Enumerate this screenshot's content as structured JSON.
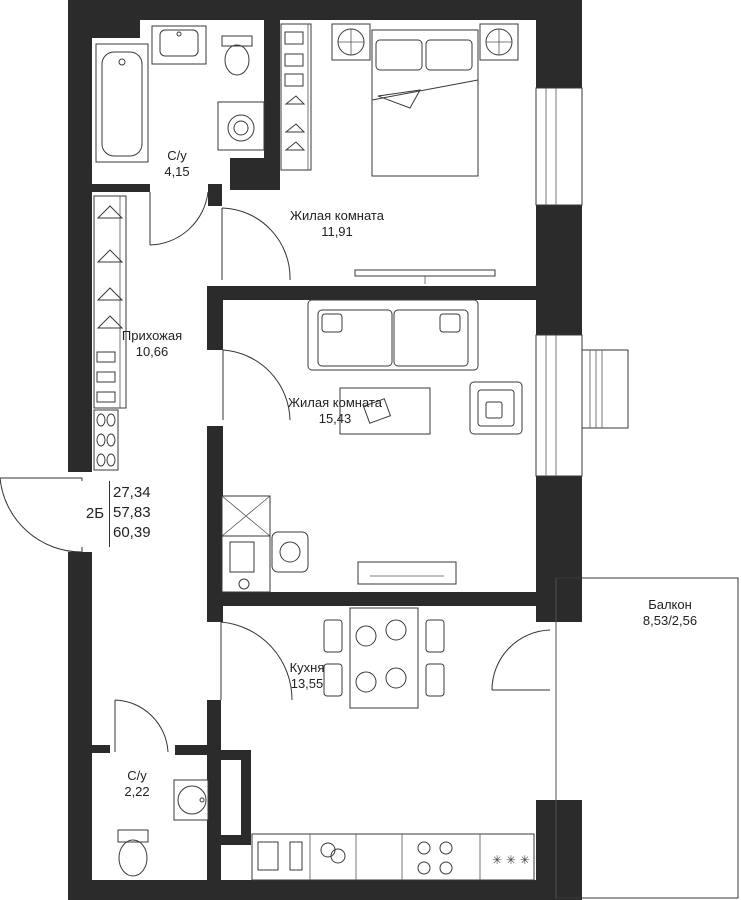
{
  "rooms": [
    {
      "id": "bath1",
      "name": "С/у",
      "area": "4,15"
    },
    {
      "id": "bedroom",
      "name": "Жилая комната",
      "area": "11,91"
    },
    {
      "id": "hall",
      "name": "Прихожая",
      "area": "10,66"
    },
    {
      "id": "living",
      "name": "Жилая комната",
      "area": "15,43"
    },
    {
      "id": "kitchen",
      "name": "Кухня",
      "area": "13,55"
    },
    {
      "id": "bath2",
      "name": "С/у",
      "area": "2,22"
    },
    {
      "id": "balcony",
      "name": "Балкон",
      "area": "8,53/2,56"
    }
  ],
  "apartment": {
    "type": "2Б",
    "areas": [
      "27,34",
      "57,83",
      "60,39"
    ]
  }
}
